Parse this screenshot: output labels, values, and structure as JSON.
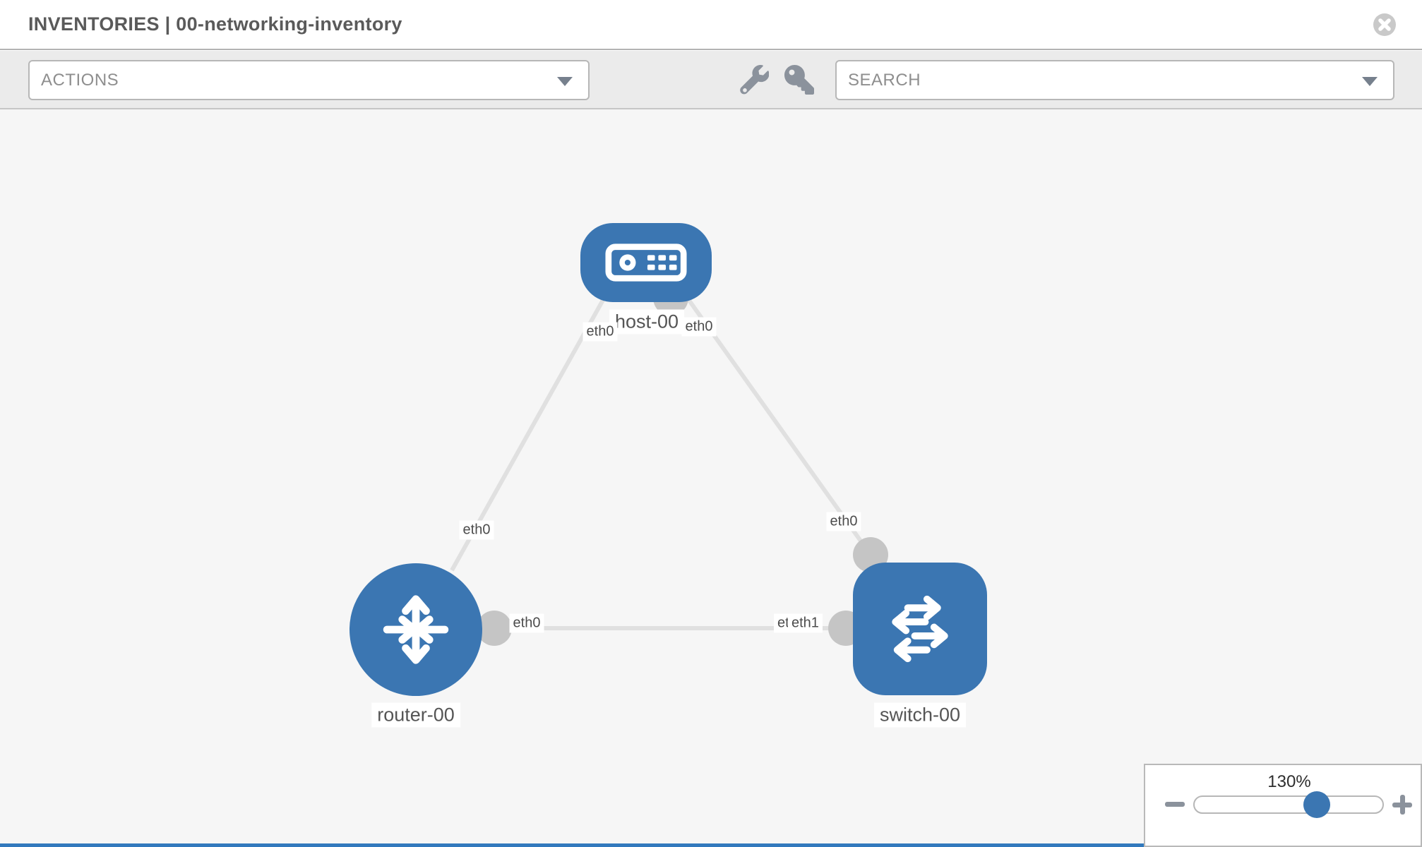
{
  "header": {
    "title": "INVENTORIES | 00-networking-inventory"
  },
  "toolbar": {
    "actions_placeholder": "ACTIONS",
    "search_placeholder": "SEARCH"
  },
  "topology": {
    "nodes": [
      {
        "name": "host-00",
        "type": "host"
      },
      {
        "name": "router-00",
        "type": "router"
      },
      {
        "name": "switch-00",
        "type": "switch"
      }
    ],
    "links": [
      {
        "from": "host-00",
        "from_if": "eth0",
        "to": "router-00",
        "to_if": "eth0"
      },
      {
        "from": "host-00",
        "from_if": "eth0",
        "to": "switch-00",
        "to_if": "eth0"
      },
      {
        "from": "router-00",
        "from_if": "eth0",
        "to": "switch-00",
        "to_if": "eth1"
      }
    ],
    "overlapped_label": {
      "back": "eth0",
      "front": "eth1"
    }
  },
  "zoom_control": {
    "level": "130%"
  },
  "icons": {
    "header_close": "circle-x",
    "toolbar": [
      "wrench",
      "key"
    ],
    "dropdown_caret": "chevron-down",
    "zoom": [
      "minus",
      "plus"
    ]
  },
  "colors": {
    "node_blue": "#3b76b2",
    "link_gray": "#e0e0e0",
    "port_gray": "#c5c5c5",
    "toolbar_bg": "#ebebeb",
    "canvas_bg": "#f6f6f6",
    "icon_gray": "#8b929c",
    "bottom_strip_blue": "#3279bd"
  }
}
